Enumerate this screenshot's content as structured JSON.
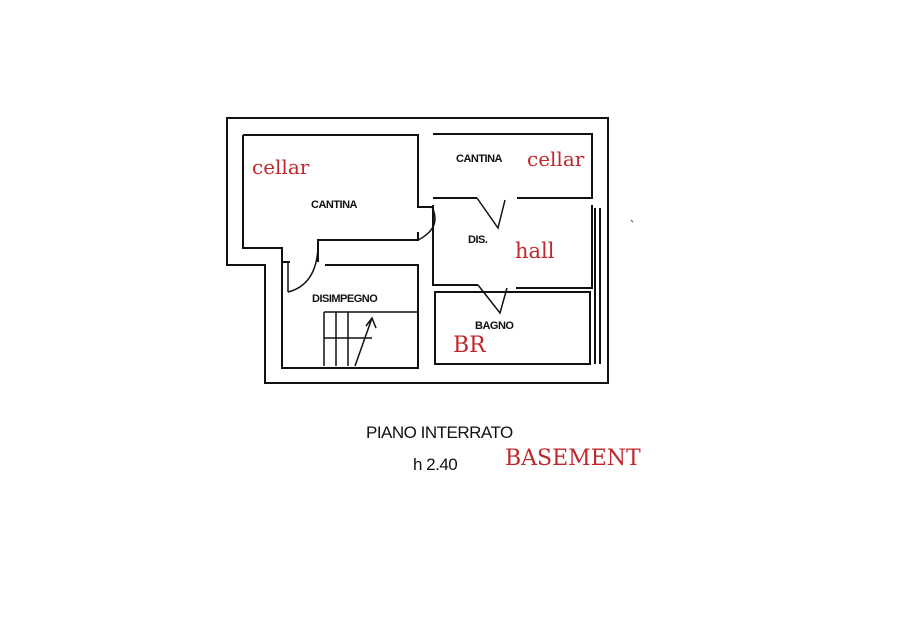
{
  "plan": {
    "rooms": [
      {
        "label": "CANTINA",
        "translation": "cellar"
      },
      {
        "label": "CANTINA",
        "translation": "cellar"
      },
      {
        "label": "DIS.",
        "translation": "hall"
      },
      {
        "label": "DISIMPEGNO"
      },
      {
        "label": "BAGNO",
        "translation": "BR"
      }
    ],
    "title": "PIANO INTERRATO",
    "height": "h 2.40",
    "title_translation": "BASEMENT"
  }
}
